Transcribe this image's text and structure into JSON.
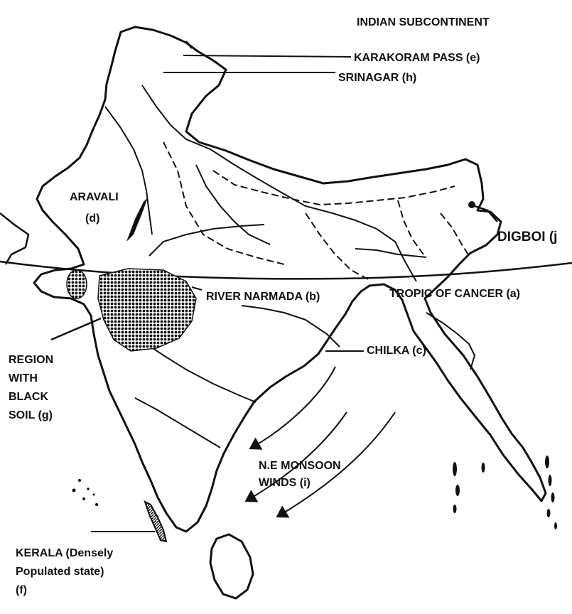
{
  "map": {
    "title": "INDIAN SUBCONTINENT",
    "labels": {
      "karakoram": "KARAKORAM PASS (e)",
      "srinagar": "SRINAGAR (h)",
      "aravali_line1": "ARAVALI",
      "aravali_line2": "(d)",
      "digboi": "DIGBOI (j",
      "river_narmada": "RIVER NARMADA (b)",
      "tropic": "TROPIC OF CANCER (a)",
      "chilka": "CHILKA (c)",
      "black_soil_line1": "REGION",
      "black_soil_line2": "WITH",
      "black_soil_line3": "BLACK",
      "black_soil_line4": "SOIL (g)",
      "monsoon_line1": "N.E MONSOON",
      "monsoon_line2": "WINDS (i)",
      "kerala_line1": "KERALA (Densely",
      "kerala_line2": "Populated state)",
      "kerala_line3": "(f)"
    },
    "colors": {
      "ink": "#111111",
      "background": "#ffffff"
    }
  }
}
